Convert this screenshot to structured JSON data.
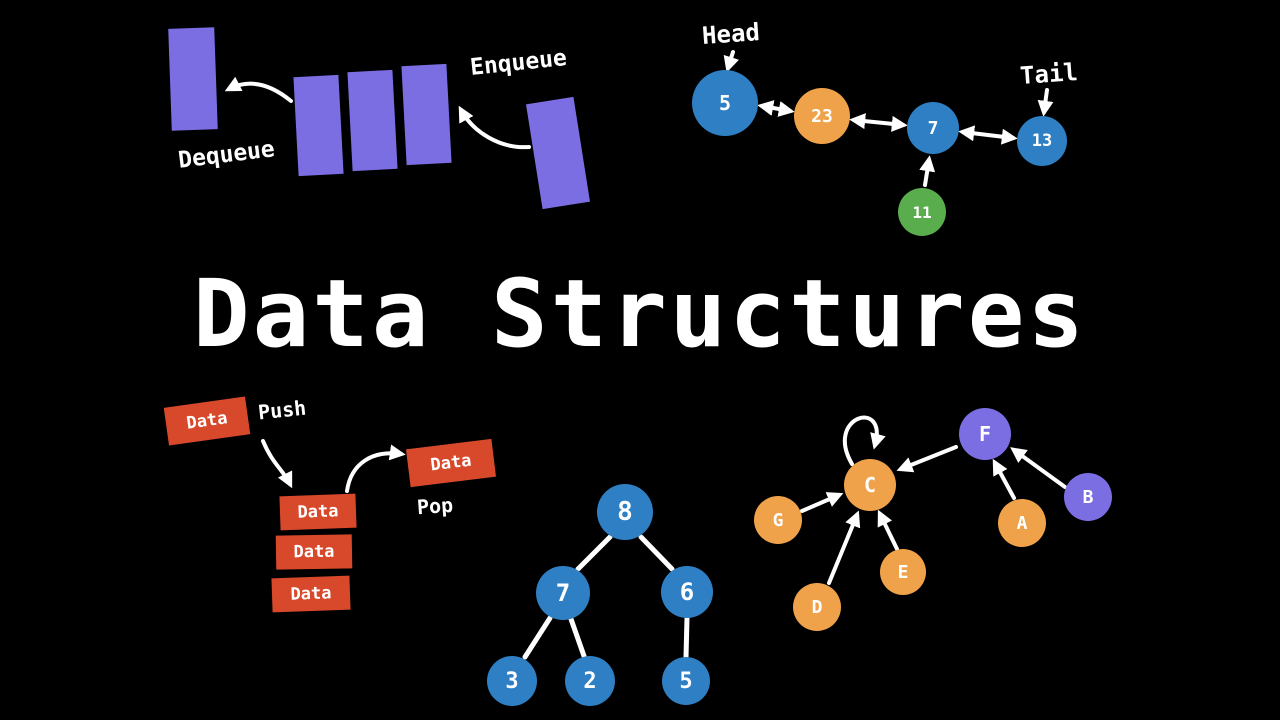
{
  "title": "Data Structures",
  "colors": {
    "background": "#000000",
    "purple": "#7b6ee2",
    "blue": "#2e7fc4",
    "orange": "#efa24a",
    "green": "#5aad4c",
    "red": "#d8492c",
    "text": "#ffffff"
  },
  "queue": {
    "dequeue_label": "Dequeue",
    "enqueue_label": "Enqueue"
  },
  "linked_list": {
    "head_label": "Head",
    "tail_label": "Tail",
    "nodes": [
      {
        "value": "5",
        "color": "blue"
      },
      {
        "value": "23",
        "color": "orange"
      },
      {
        "value": "7",
        "color": "blue"
      },
      {
        "value": "13",
        "color": "blue"
      }
    ],
    "extra_node": {
      "value": "11",
      "color": "green"
    }
  },
  "stack": {
    "push_label": "Push",
    "pop_label": "Pop",
    "push_item_label": "Data",
    "pop_item_label": "Data",
    "items": [
      {
        "label": "Data"
      },
      {
        "label": "Data"
      },
      {
        "label": "Data"
      }
    ]
  },
  "binary_tree": {
    "nodes": [
      {
        "value": "8"
      },
      {
        "value": "7"
      },
      {
        "value": "6"
      },
      {
        "value": "3"
      },
      {
        "value": "2"
      },
      {
        "value": "5"
      }
    ]
  },
  "graph": {
    "nodes": [
      {
        "value": "C",
        "color": "orange"
      },
      {
        "value": "F",
        "color": "purple"
      },
      {
        "value": "B",
        "color": "purple"
      },
      {
        "value": "A",
        "color": "orange"
      },
      {
        "value": "G",
        "color": "orange"
      },
      {
        "value": "D",
        "color": "orange"
      },
      {
        "value": "E",
        "color": "orange"
      }
    ]
  }
}
